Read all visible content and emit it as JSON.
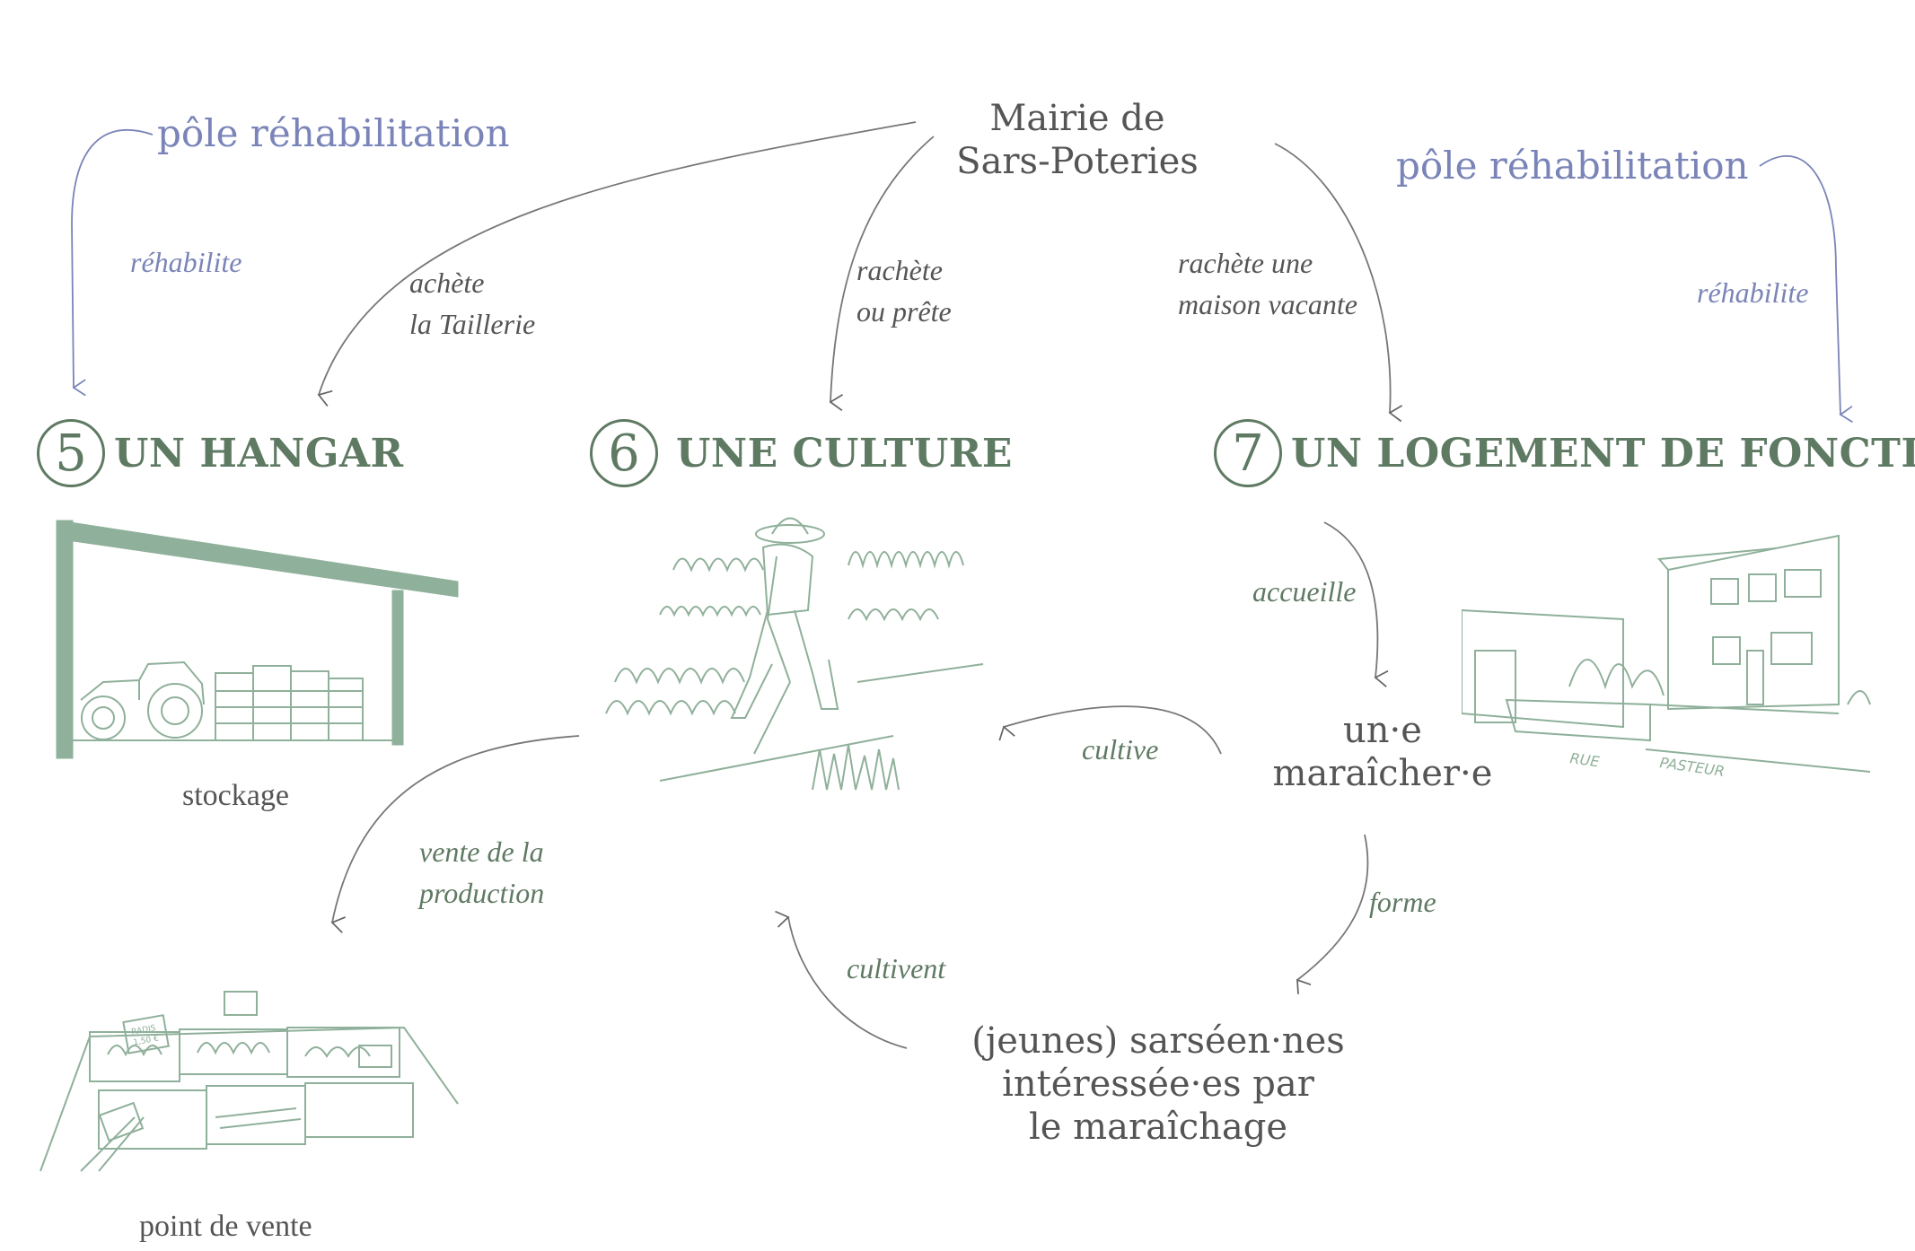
{
  "actors": {
    "mairie": [
      "Mairie de",
      "Sars-Poteries"
    ],
    "maraicher": [
      "un·e",
      "maraîcher·e"
    ],
    "jeunes": [
      "(jeunes) sarséen·nes",
      "intéressée·es par",
      "le maraîchage"
    ]
  },
  "poles": {
    "left": "pôle réhabilitation",
    "right": "pôle réhabilitation"
  },
  "verbs": {
    "rehabilite_left": "réhabilite",
    "rehabilite_right": "réhabilite",
    "achete": [
      "achète",
      "la Taillerie"
    ],
    "rachete_prete": [
      "rachète",
      "ou prête"
    ],
    "rachete_maison": [
      "rachète une",
      "maison vacante"
    ],
    "accueille": "accueille",
    "cultive": "cultive",
    "forme": "forme",
    "cultivent": "cultivent",
    "vente": [
      "vente de la",
      "production"
    ]
  },
  "sections": [
    {
      "number": "5",
      "title": "UN HANGAR",
      "caption": "stockage"
    },
    {
      "number": "6",
      "title": "UNE CULTURE"
    },
    {
      "number": "7",
      "title": "UN LOGEMENT DE FONCTION"
    }
  ],
  "point_de_vente": "point de vente",
  "sketch_labels": {
    "market_sign1": [
      "RADIS",
      "1,50 €"
    ],
    "street": [
      "RUE",
      "PASTEUR"
    ]
  },
  "colors": {
    "green": "#5f7a63",
    "sketch_green": "#8fb09a",
    "blue": "#7a84b8",
    "gray": "#555555"
  }
}
